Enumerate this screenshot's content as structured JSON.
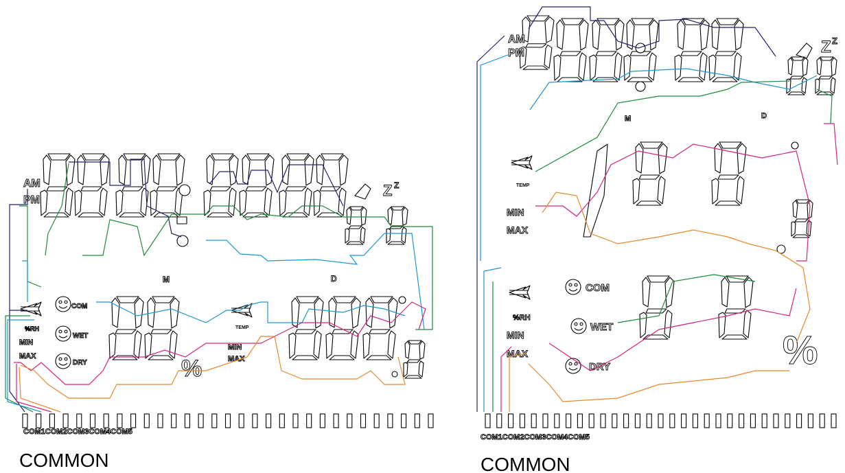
{
  "labels": {
    "am": "AM",
    "pm": "PM",
    "rh": "%RH",
    "min": "MIN",
    "max": "MAX",
    "temp": "TEMP",
    "com": "COM",
    "wet": "WET",
    "dry": "DRY",
    "month": "M",
    "day": "D",
    "zz": "Z",
    "percent": "%"
  },
  "left_panel": {
    "common_label": "COMMON",
    "com_codes": "COM1COM2COM3COM4COM5",
    "pin_count": 31
  },
  "right_panel": {
    "common_label": "COMMON",
    "com_codes": "COM1COM2COM3COM4COM5",
    "pin_count": 31
  },
  "colors": {
    "navy": "#22226e",
    "cyan": "#1c96d0",
    "green": "#1f8a3e",
    "pink": "#d4237f",
    "orange": "#e8882a"
  }
}
